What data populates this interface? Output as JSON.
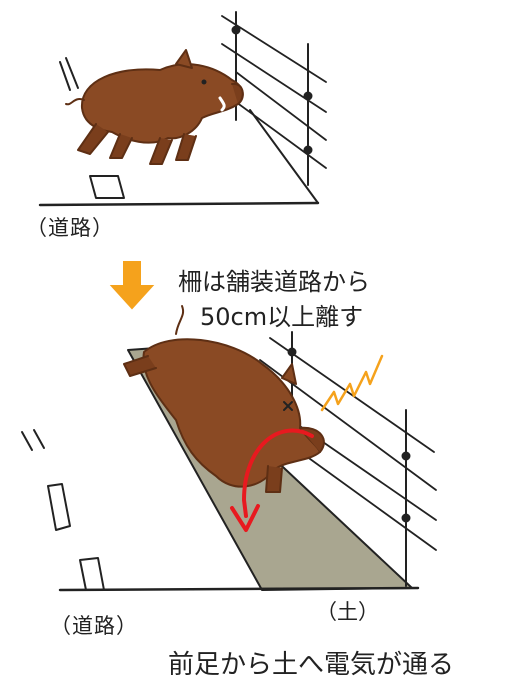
{
  "colors": {
    "boar": "#8a4a24",
    "boar_dark": "#5e2f14",
    "soil": "#a9a690",
    "arrow": "#f5a21c",
    "spark": "#f5a21c",
    "current": "#e8191f",
    "ink": "#222222"
  },
  "labels": {
    "road_top": "（道路）",
    "note_line1": "柵は舗装道路から",
    "note_line2": "50cm以上離す",
    "road_bottom": "（道路）",
    "soil": "（土）",
    "caption": "前足から土へ電気が通る"
  },
  "icons": {
    "down_arrow": "down-arrow-icon",
    "spark": "lightning-spark-icon",
    "current": "current-path-arrow-icon"
  }
}
